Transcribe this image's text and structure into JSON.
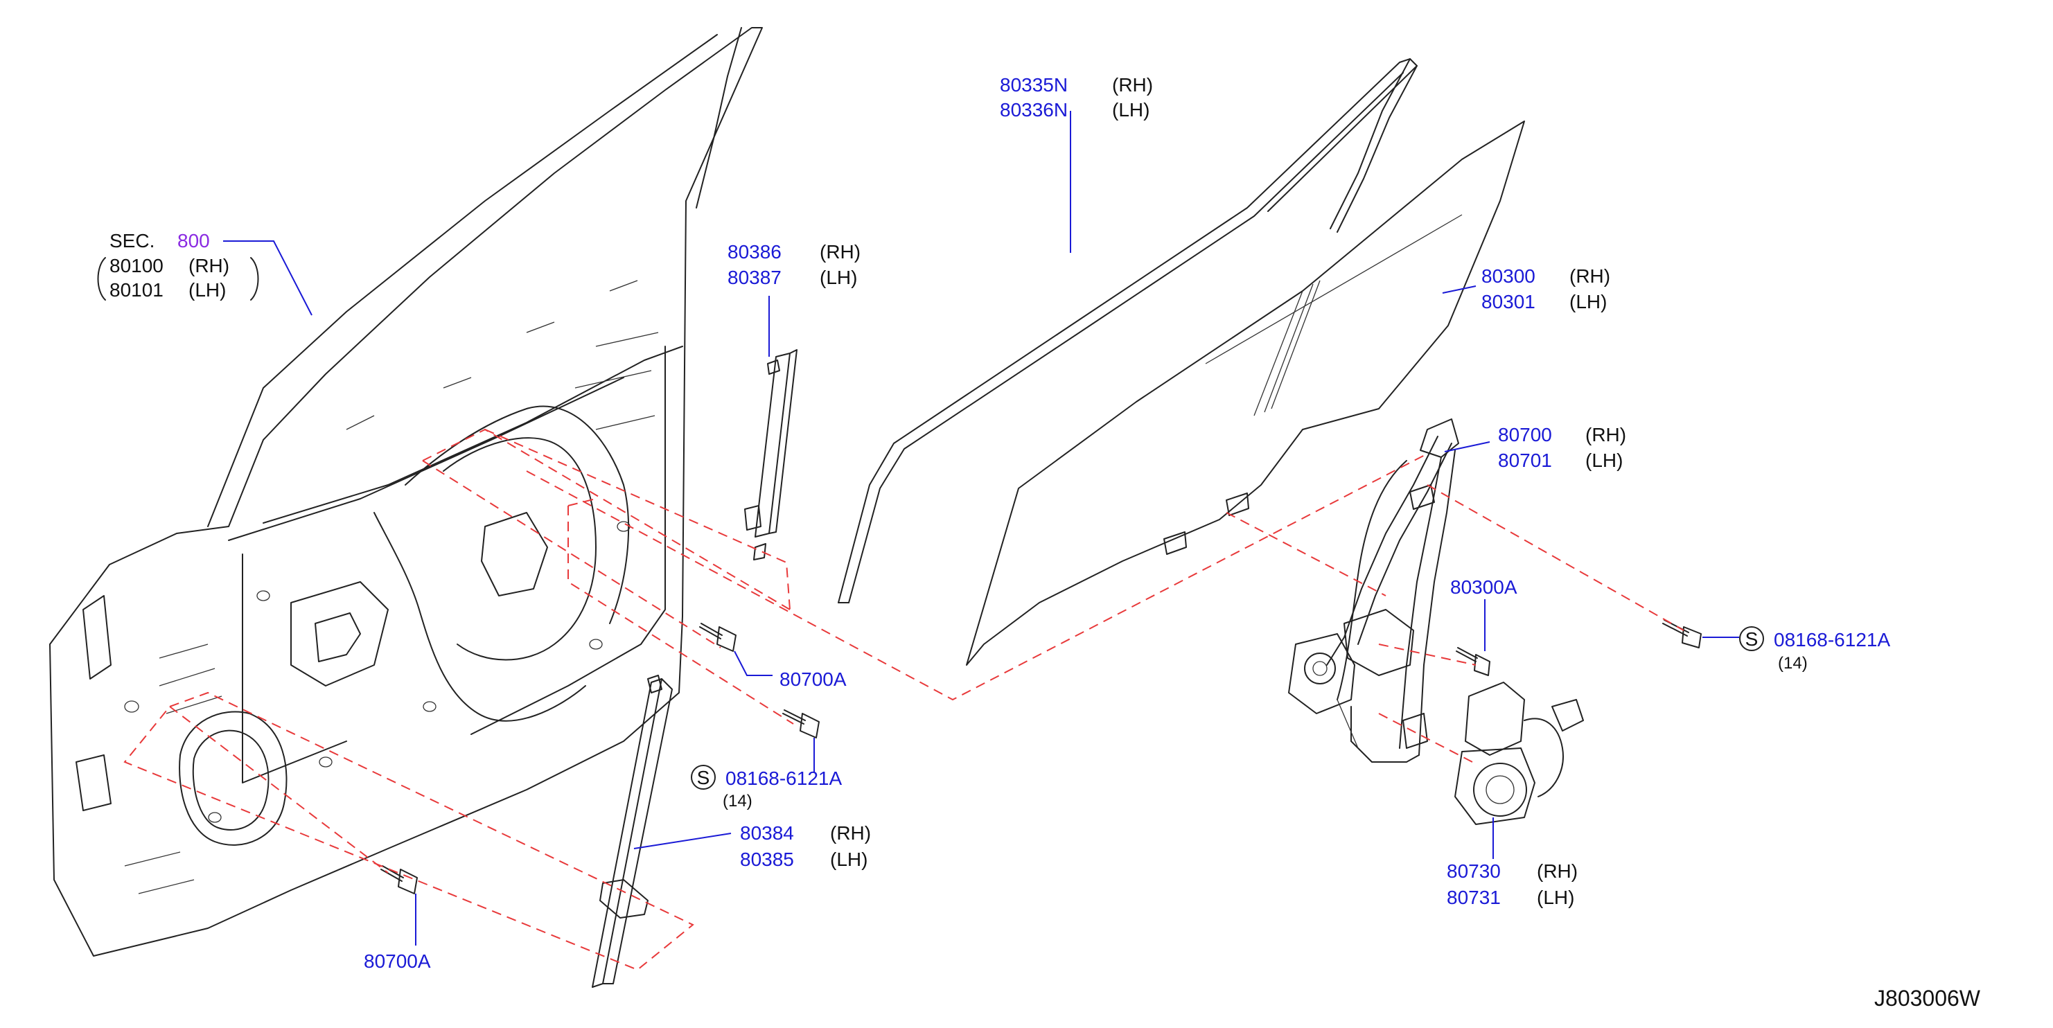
{
  "colors": {
    "part_number": "#1a1ad6",
    "section_ref": "#8a2be2",
    "text": "#111111",
    "guide_line": "#e8393a",
    "drawing": "#222222"
  },
  "labels": {
    "sec_prefix": "SEC.",
    "sec_number": "800",
    "door_rh": "80100",
    "door_rh_side": "(RH)",
    "door_lh": "80101",
    "door_lh_side": "(LH)",
    "sash_rh": "80335N",
    "sash_rh_side": "(RH)",
    "sash_lh": "80336N",
    "sash_lh_side": "(LH)",
    "rear_sash_rh": "80386",
    "rear_sash_rh_side": "(RH)",
    "rear_sash_lh": "80387",
    "rear_sash_lh_side": "(LH)",
    "glass_rh": "80300",
    "glass_rh_side": "(RH)",
    "glass_lh": "80301",
    "glass_lh_side": "(LH)",
    "regulator_rh": "80700",
    "regulator_rh_side": "(RH)",
    "regulator_lh": "80701",
    "regulator_lh_side": "(LH)",
    "glass_bolt": "80300A",
    "screw_right": "08168-6121A",
    "screw_right_qty": "(14)",
    "screw_right_symbol": "S",
    "bolt_mid": "80700A",
    "screw_mid": "08168-6121A",
    "screw_mid_qty": "(14)",
    "screw_mid_symbol": "S",
    "front_sash_rh": "80384",
    "front_sash_rh_side": "(RH)",
    "front_sash_lh": "80385",
    "front_sash_lh_side": "(LH)",
    "bolt_low": "80700A",
    "motor_rh": "80730",
    "motor_rh_side": "(RH)",
    "motor_lh": "80731",
    "motor_lh_side": "(LH)",
    "diagram_code": "J803006W"
  }
}
